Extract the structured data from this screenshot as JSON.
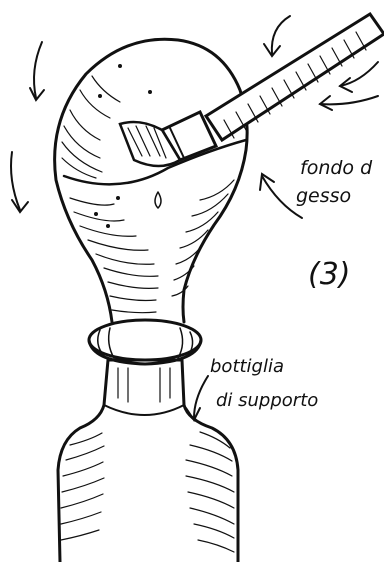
{
  "labels": {
    "gesso_line1": "fondo d",
    "gesso_line2": "gesso",
    "step": "(3)",
    "bottle_line1": "bottiglia",
    "bottle_line2": "di supporto"
  },
  "colors": {
    "ink": "#111111",
    "paper": "#ffffff"
  }
}
